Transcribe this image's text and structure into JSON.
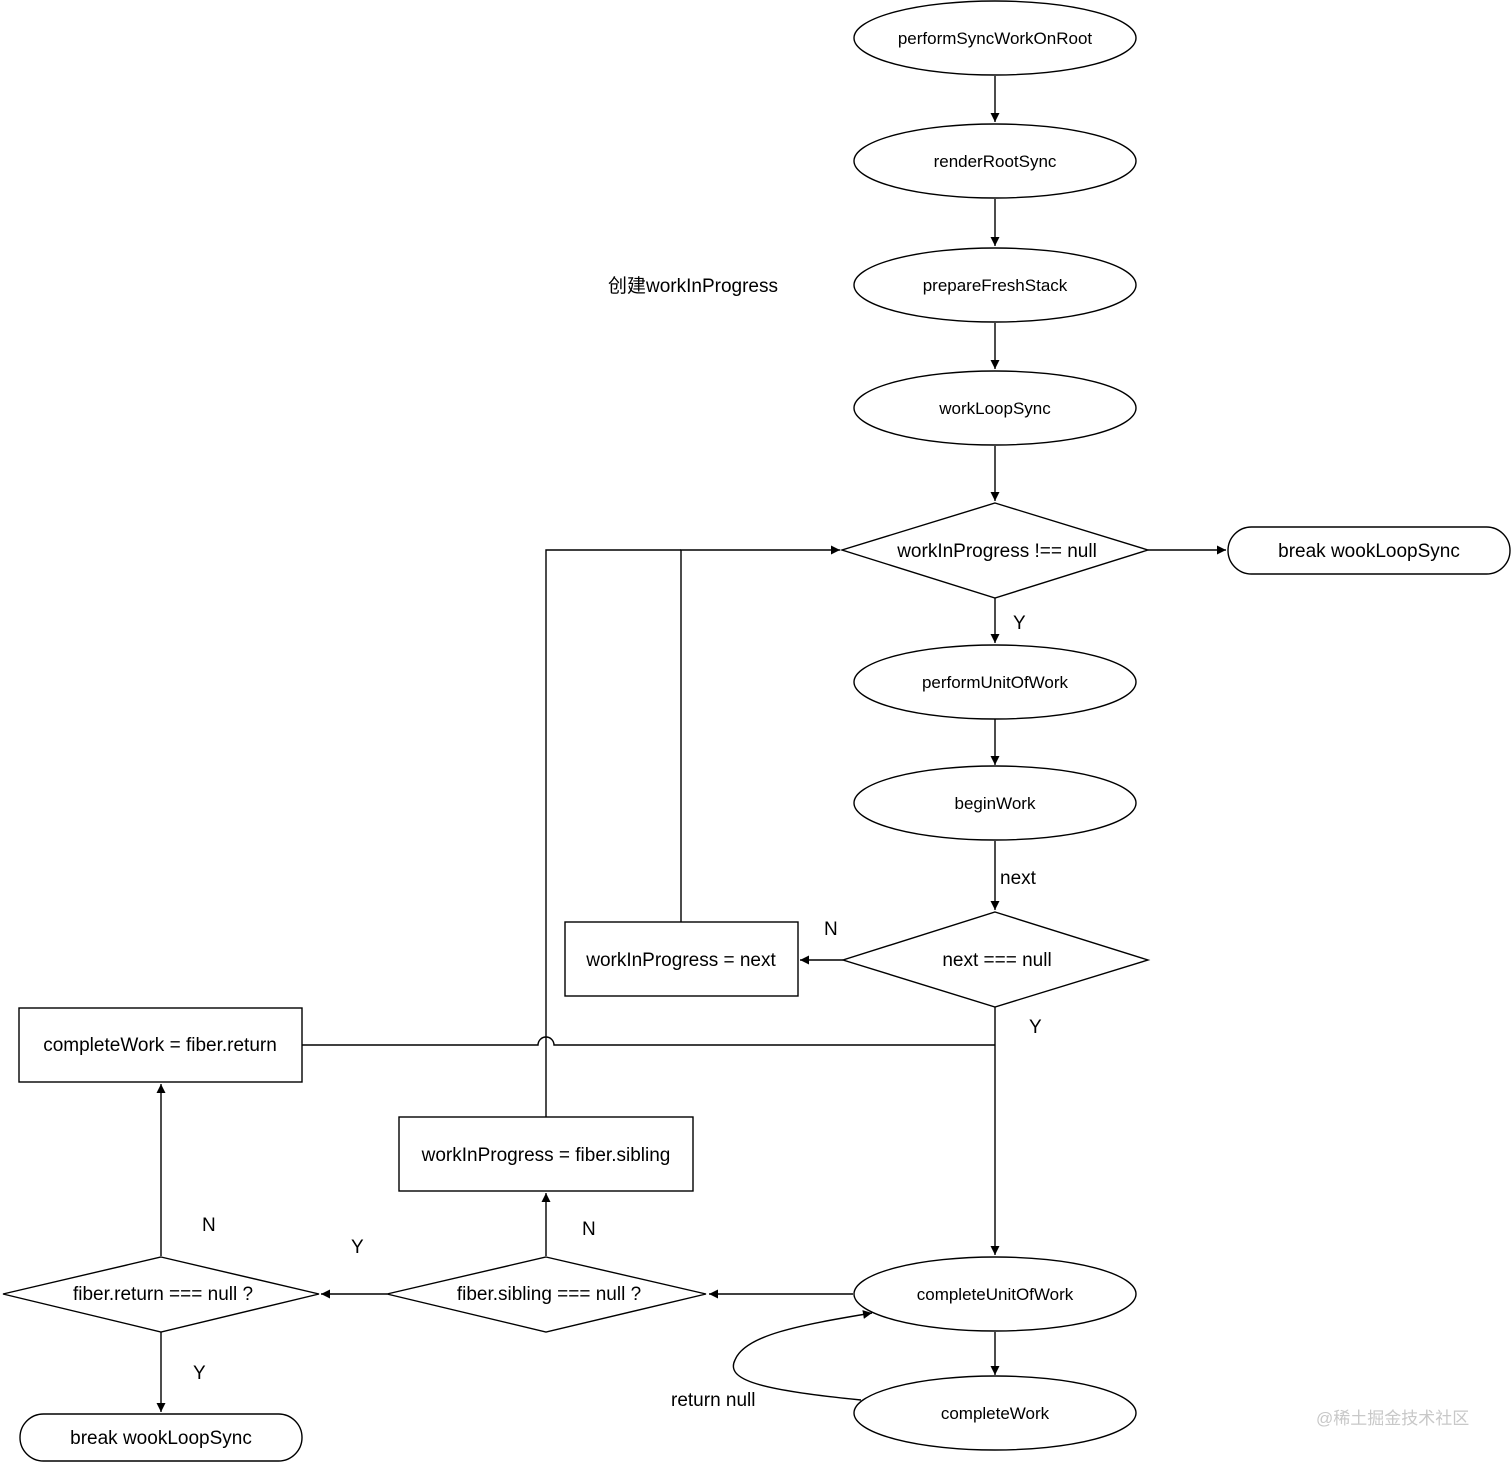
{
  "nodes": {
    "performSyncWorkOnRoot": "performSyncWorkOnRoot",
    "renderRootSync": "renderRootSync",
    "prepareFreshStack": "prepareFreshStack",
    "workLoopSync": "workLoopSync",
    "loop_condition": "workInProgress !== null",
    "break_top": "break wookLoopSync",
    "performUnitOfWork": "performUnitOfWork",
    "beginWork": "beginWork",
    "next_condition": "next === null",
    "assign_next": "workInProgress = next",
    "complete_return": "completeWork = fiber.return",
    "assign_sibling": "workInProgress = fiber.sibling",
    "completeUnitOfWork": "completeUnitOfWork",
    "sibling_condition": "fiber.sibling === null ?",
    "return_condition": "fiber.return === null ?",
    "break_bottom": "break wookLoopSync",
    "completeWork": "completeWork"
  },
  "annotations": {
    "create_wip": "创建workInProgress"
  },
  "edge_labels": {
    "loop_yes": "Y",
    "next": "next",
    "next_no": "N",
    "next_yes": "Y",
    "sibling_no": "N",
    "sibling_yes": "Y",
    "return_no": "N",
    "return_yes": "Y",
    "return_null": "return null"
  },
  "watermark": "@稀土掘金技术社区"
}
